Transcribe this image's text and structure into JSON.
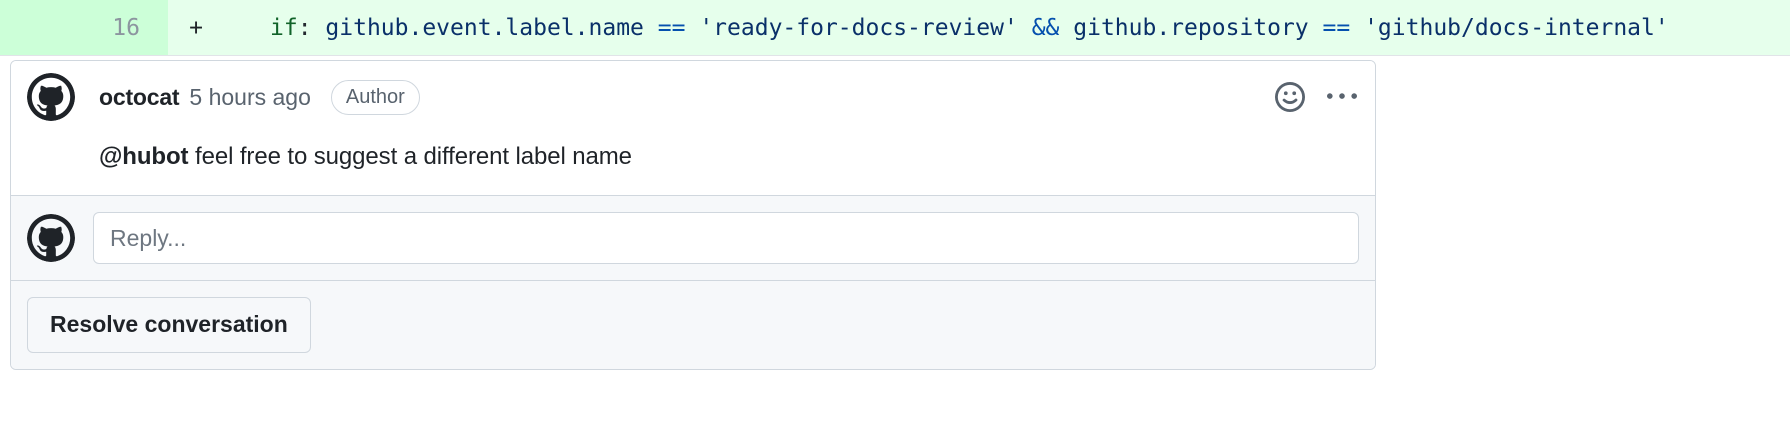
{
  "diff": {
    "line_number": "16",
    "marker": "+",
    "code_tokens": [
      {
        "text": "if",
        "kind": "key"
      },
      {
        "text": ": ",
        "kind": "plain"
      },
      {
        "text": "github.event.label.name",
        "kind": "str"
      },
      {
        "text": " ",
        "kind": "plain"
      },
      {
        "text": "==",
        "kind": "op"
      },
      {
        "text": " ",
        "kind": "plain"
      },
      {
        "text": "'ready-for-docs-review'",
        "kind": "str"
      },
      {
        "text": " ",
        "kind": "plain"
      },
      {
        "text": "&&",
        "kind": "op"
      },
      {
        "text": " ",
        "kind": "plain"
      },
      {
        "text": "github.repository",
        "kind": "str"
      },
      {
        "text": " ",
        "kind": "plain"
      },
      {
        "text": "==",
        "kind": "op"
      },
      {
        "text": " ",
        "kind": "plain"
      },
      {
        "text": "'github/docs-internal'",
        "kind": "str"
      }
    ],
    "code_full": "if: github.event.label.name == 'ready-for-docs-review' && github.repository == 'github/docs-internal'",
    "added_bg": "#e6ffec",
    "gutter_bg": "#ccffd8"
  },
  "comment": {
    "author": "octocat",
    "timestamp": "5 hours ago",
    "badge": "Author",
    "avatar_alt": "octocat-avatar",
    "body_mention": "@hubot",
    "body_text": " feel free to suggest a different label name",
    "reaction_icon": "smiley-icon",
    "menu_icon": "kebab-horizontal-icon"
  },
  "reply": {
    "placeholder": "Reply...",
    "value": "",
    "avatar_alt": "viewer-avatar"
  },
  "footer": {
    "resolve_label": "Resolve conversation"
  },
  "colors": {
    "border": "#d0d7de",
    "muted_text": "#59636e",
    "body_text": "#1f2328",
    "subtle_bg": "#f6f8fa"
  }
}
